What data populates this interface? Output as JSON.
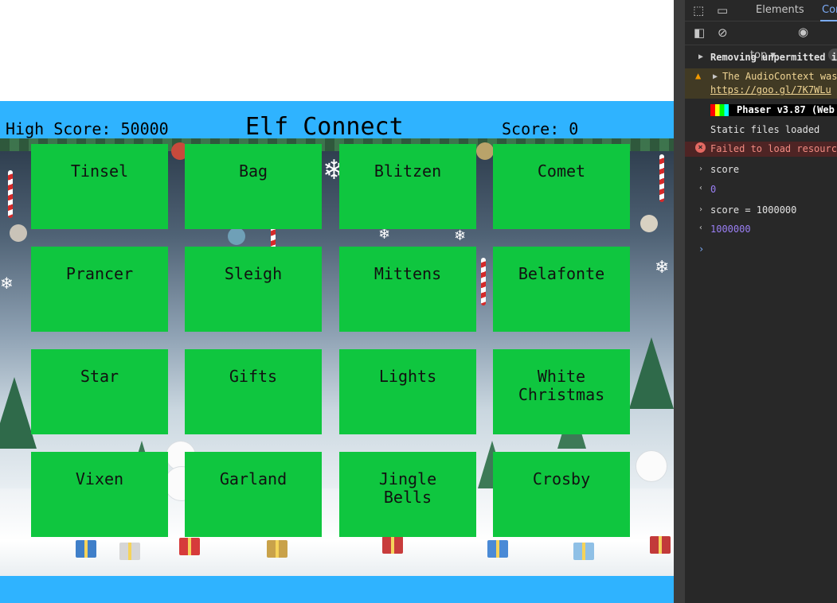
{
  "game": {
    "high_score_text": "High Score: 50000",
    "title": "Elf Connect",
    "score_text": "Score: 0",
    "tiles": [
      {
        "label": "Tinsel"
      },
      {
        "label": "Bag"
      },
      {
        "label": "Blitzen"
      },
      {
        "label": "Comet"
      },
      {
        "label": "Prancer"
      },
      {
        "label": "Sleigh"
      },
      {
        "label": "Mittens"
      },
      {
        "label": "Belafonte"
      },
      {
        "label": "Star"
      },
      {
        "label": "Gifts"
      },
      {
        "label": "Lights"
      },
      {
        "label": "White\nChristmas"
      },
      {
        "label": "Vixen"
      },
      {
        "label": "Garland"
      },
      {
        "label": "Jingle\nBells"
      },
      {
        "label": "Crosby"
      }
    ],
    "colors": {
      "header_bar": "#2fb3ff",
      "tile": "#0fc63f"
    }
  },
  "devtools": {
    "tabs": {
      "elements": "Elements",
      "console": "Con"
    },
    "context_select": "top ▾",
    "icons": [
      "inspect-icon",
      "device-toggle-icon",
      "sidebar-icon",
      "clear-console-icon",
      "eye-icon"
    ],
    "console": {
      "removing": "Removing unpermitted i",
      "audio_warning": "The AudioContext was",
      "audio_link": "https://goo.gl/7K7WLu",
      "phaser": "Phaser v3.87 (Web",
      "static_files": "Static files loaded",
      "failed": "Failed to load resourc",
      "expr1": "score",
      "result1": "0",
      "expr2": "score = 1000000",
      "result2": "1000000"
    }
  }
}
